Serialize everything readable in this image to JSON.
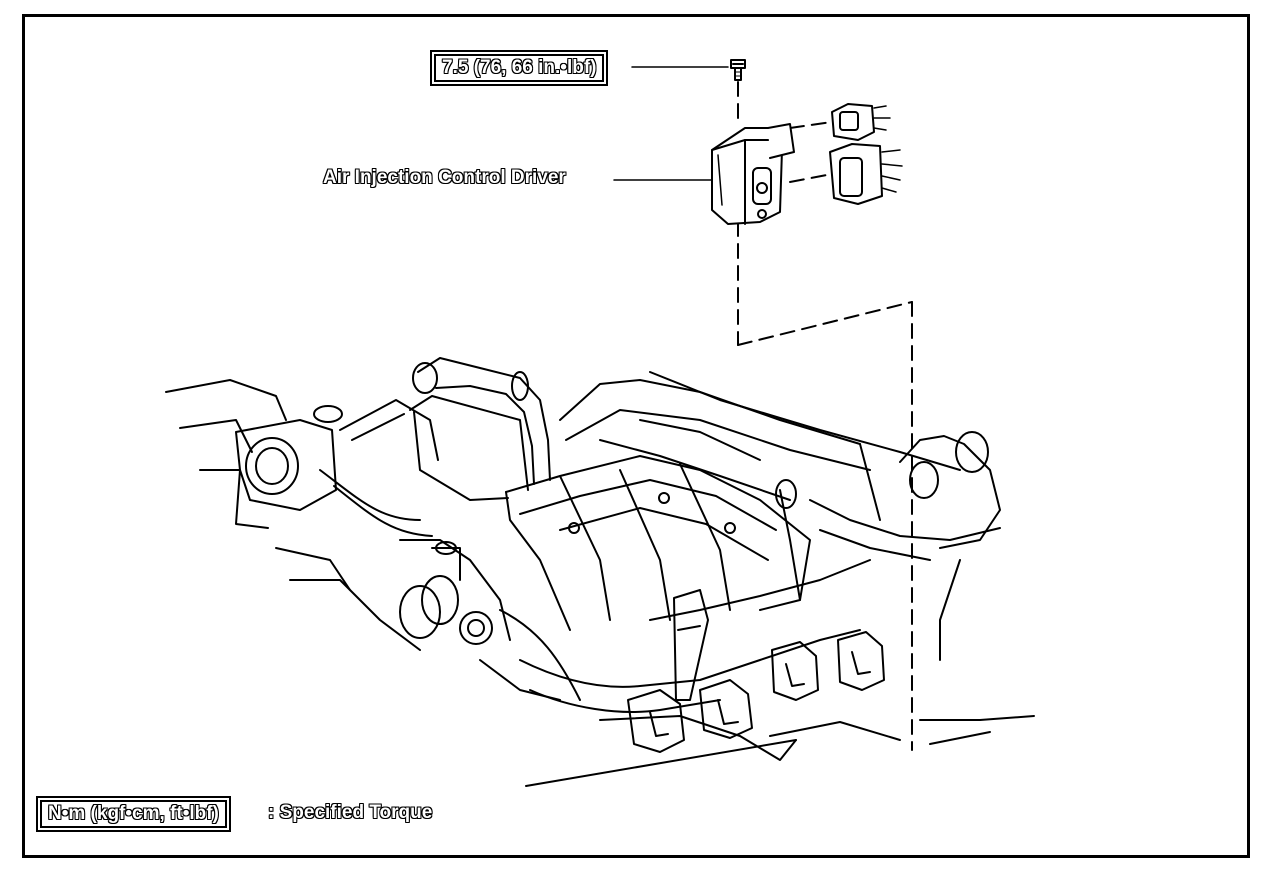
{
  "diagram": {
    "torque_callout": "7.5 (76, 66 in.•lbf)",
    "component_label": "Air Injection Control Driver",
    "legend": {
      "box_text": "N•m (kgf•cm, ft•lbf)",
      "description": ": Specified Torque"
    },
    "colors": {
      "line": "#000000",
      "background": "#ffffff"
    }
  }
}
